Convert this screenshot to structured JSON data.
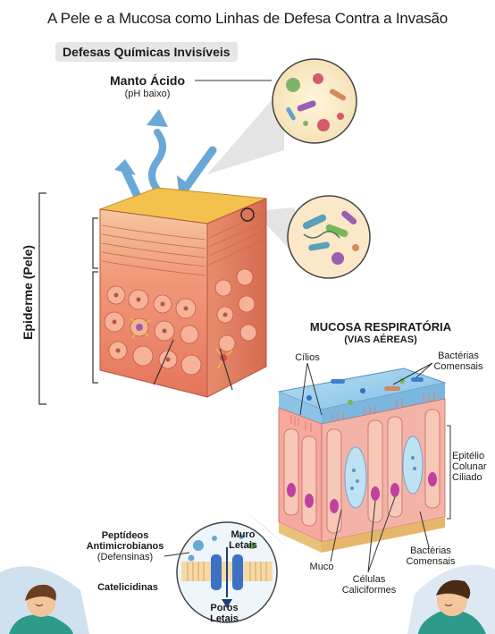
{
  "title": "A Pele e a Mucosa como Linhas de Defesa Contra a Invasão",
  "banner": "Defesas Químicas Invisíveis",
  "manto": {
    "name": "Manto Ácido",
    "detail": "(pH baixo)"
  },
  "epiderme": "Epiderme (Pele)",
  "mucosa": {
    "title": "MUCOSA RESPIRATÓRIA",
    "subtitle": "(VIAS AÉREAS)"
  },
  "labels": {
    "cilios": "Cílios",
    "bacterias_top": [
      "Bactérias",
      "Comensais"
    ],
    "epitelio": [
      "Epitélio",
      "Colunar",
      "Ciliado"
    ],
    "muco": "Muco",
    "calciformes": [
      "Células",
      "Caliciformes"
    ],
    "bacterias_bottom": [
      "Bactérias",
      "Comensais"
    ],
    "peptideos": [
      "Peptídeos",
      "Antimicrobianos",
      "(Defensinas)"
    ],
    "catelicidinas": "Catelicidinas",
    "muro": [
      "Muro",
      "Letais"
    ],
    "poros": [
      "Poros",
      "Letais"
    ]
  },
  "colors": {
    "skin_surface": "#f2c14e",
    "skin_body": "#ef8a6a",
    "mucosa_top": "#8fc7ea",
    "mucus_cell": "#c040a0",
    "arrow_blue": "#6aa8d8"
  }
}
